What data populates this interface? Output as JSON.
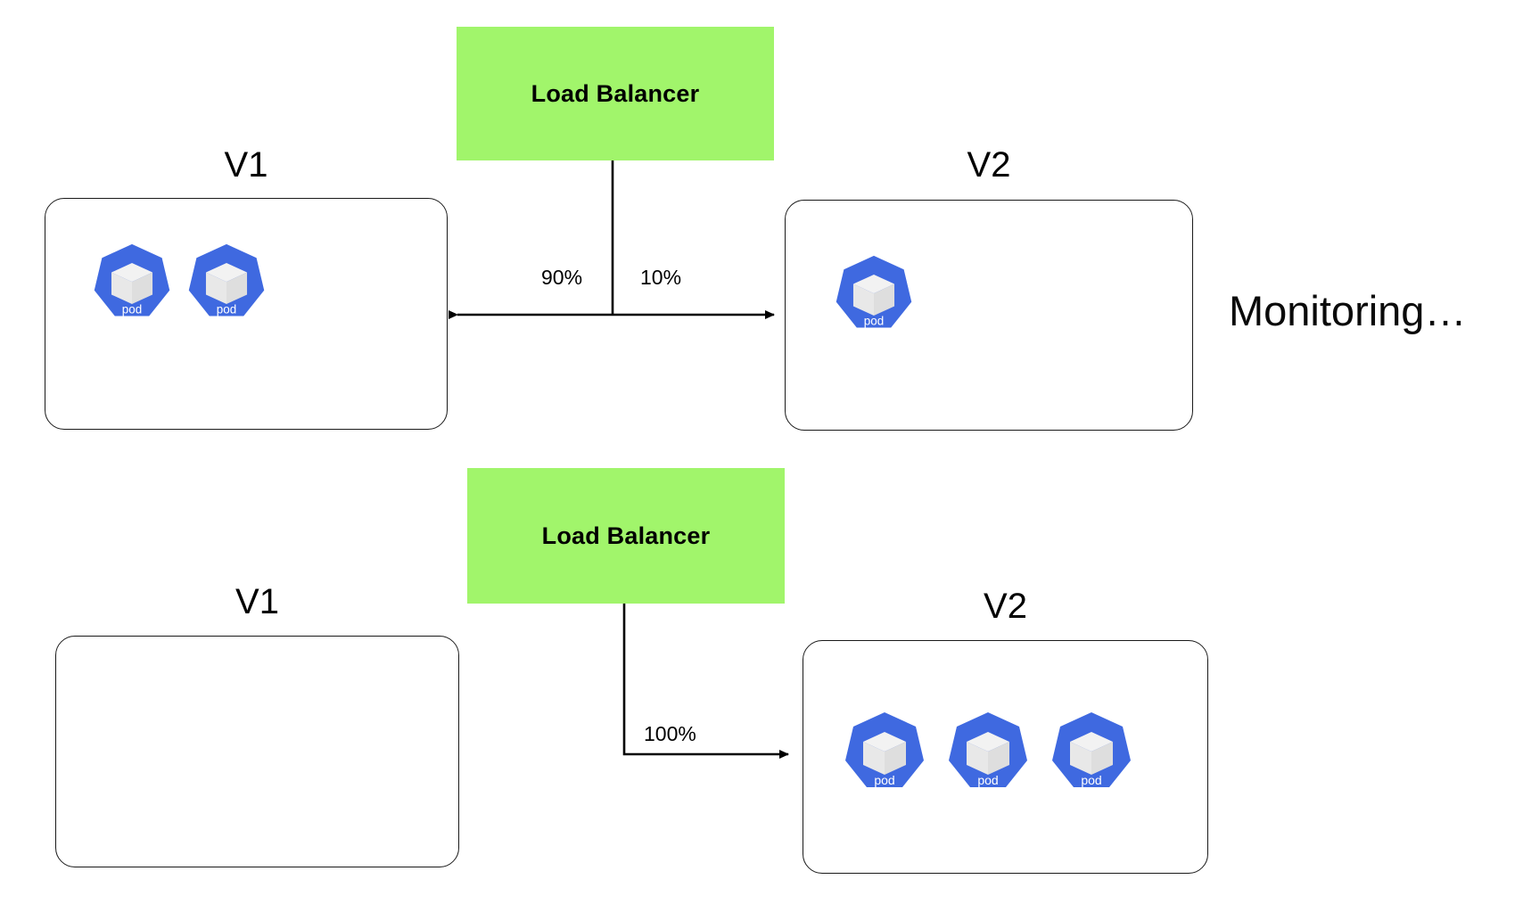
{
  "diagram": {
    "title_note": "Monitoring…",
    "colors": {
      "load_balancer_fill": "#a1f56b",
      "pod_fill": "#3f69e0",
      "pod_cube": "#eeeeee",
      "box_stroke": "#1a1a1a",
      "text": "#000000"
    }
  },
  "rows": [
    {
      "load_balancer": {
        "label": "Load Balancer"
      },
      "left_group": {
        "title": "V1",
        "pods": [
          {
            "label": "pod"
          },
          {
            "label": "pod"
          }
        ]
      },
      "right_group": {
        "title": "V2",
        "pods": [
          {
            "label": "pod"
          }
        ]
      },
      "traffic": [
        {
          "label": "90%",
          "target": "V1"
        },
        {
          "label": "10%",
          "target": "V2"
        }
      ]
    },
    {
      "load_balancer": {
        "label": "Load Balancer"
      },
      "left_group": {
        "title": "V1",
        "pods": []
      },
      "right_group": {
        "title": "V2",
        "pods": [
          {
            "label": "pod"
          },
          {
            "label": "pod"
          },
          {
            "label": "pod"
          }
        ]
      },
      "traffic": [
        {
          "label": "100%",
          "target": "V2"
        }
      ]
    }
  ]
}
